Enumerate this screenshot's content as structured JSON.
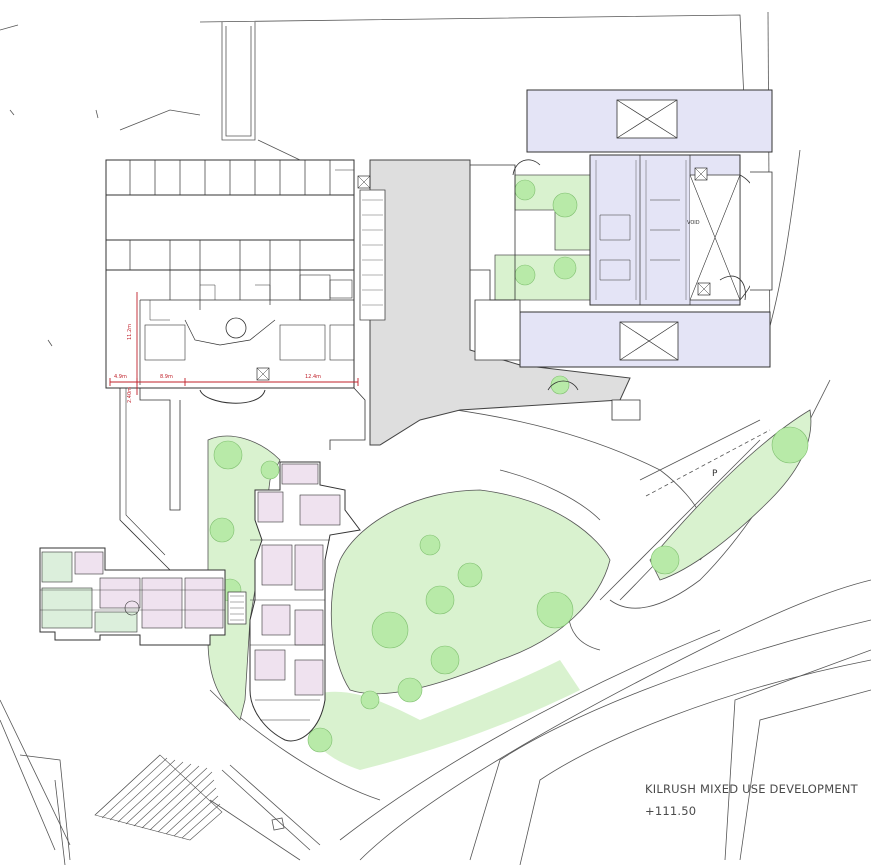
{
  "title_block": {
    "project_name": "KILRUSH MIXED USE DEVELOPMENT",
    "level": "+111.50"
  },
  "dimensions": {
    "d1": "4.9m",
    "d2": "8.9m",
    "d3": "12.4m",
    "d4": "11.2m",
    "d5": "2.40m"
  },
  "room_labels": {
    "void": "VOID",
    "parking": "P"
  },
  "colors": {
    "landscape_green": "#d9f2cf",
    "tree_green": "#b8eaa8",
    "paving_grey": "#dedede",
    "building_lavender": "#e4e4f6",
    "apartment_pink": "#efe2ef",
    "dimension_red": "#c0202a",
    "line_dark": "#3a3a3a"
  }
}
